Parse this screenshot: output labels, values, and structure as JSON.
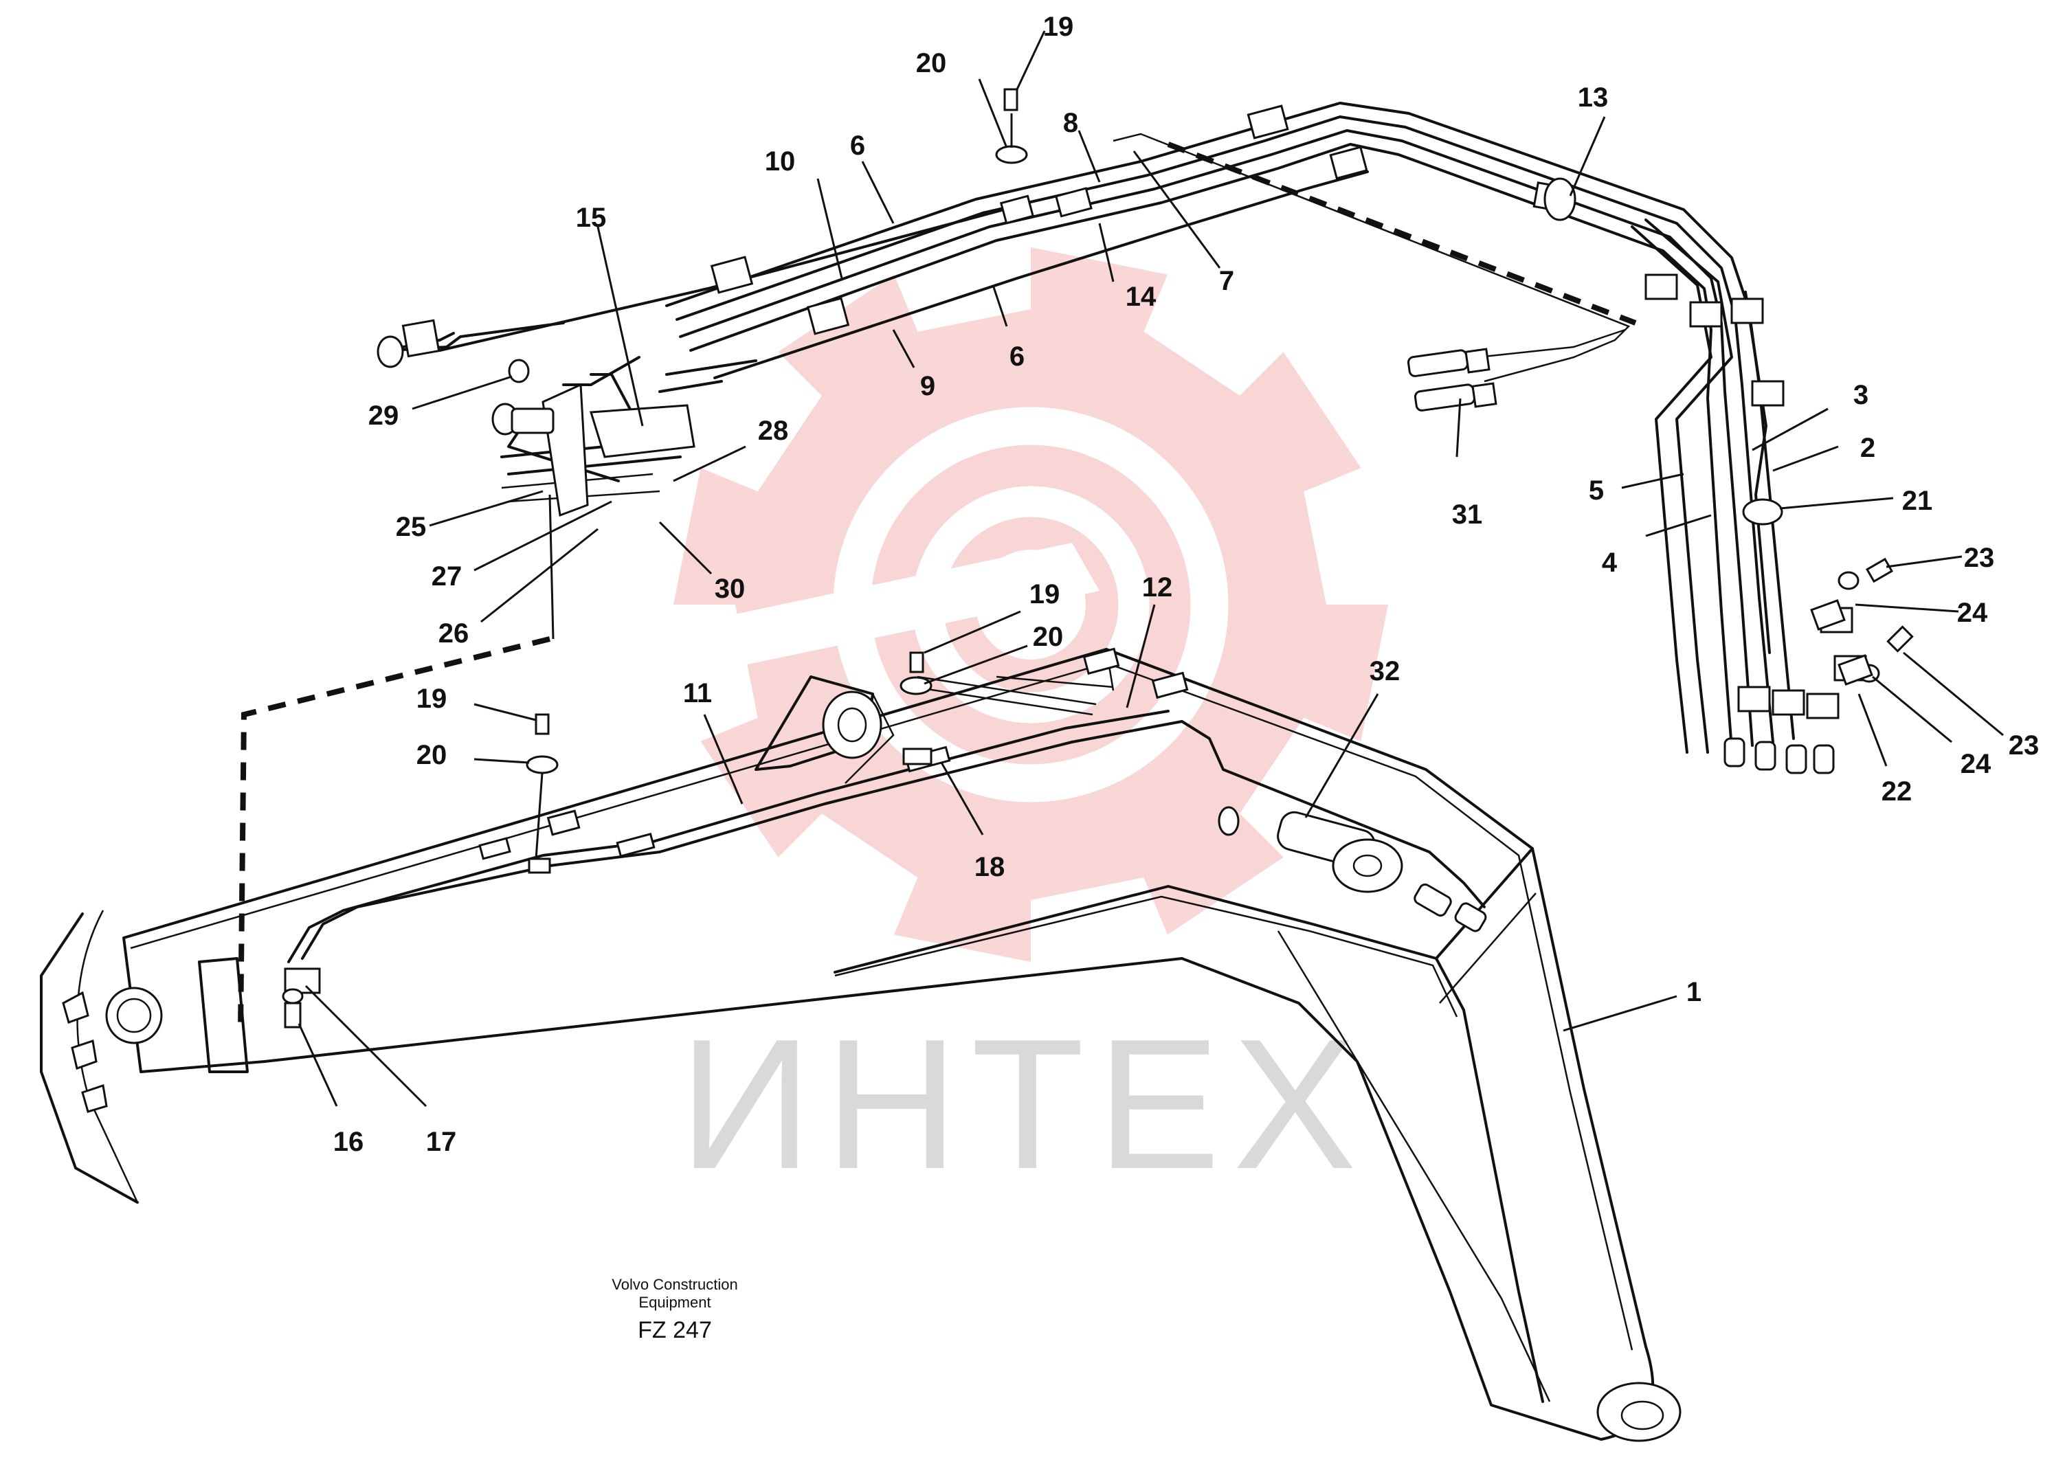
{
  "watermark": {
    "text": "ИНТЕХ",
    "gear_color": "#f4b6b6",
    "text_color": "#d9d9d9"
  },
  "caption": {
    "line1": "Volvo Construction",
    "line2": "Equipment",
    "code": "FZ 247"
  },
  "callouts": [
    {
      "id": "c19a",
      "text": "19"
    },
    {
      "id": "c20a",
      "text": "20"
    },
    {
      "id": "c8",
      "text": "8"
    },
    {
      "id": "c13",
      "text": "13"
    },
    {
      "id": "c10",
      "text": "10"
    },
    {
      "id": "c6a",
      "text": "6"
    },
    {
      "id": "c15",
      "text": "15"
    },
    {
      "id": "c14",
      "text": "14"
    },
    {
      "id": "c7",
      "text": "7"
    },
    {
      "id": "c6b",
      "text": "6"
    },
    {
      "id": "c9",
      "text": "9"
    },
    {
      "id": "c29",
      "text": "29"
    },
    {
      "id": "c28",
      "text": "28"
    },
    {
      "id": "c3",
      "text": "3"
    },
    {
      "id": "c2",
      "text": "2"
    },
    {
      "id": "c5",
      "text": "5"
    },
    {
      "id": "c21",
      "text": "21"
    },
    {
      "id": "c31",
      "text": "31"
    },
    {
      "id": "c25",
      "text": "25"
    },
    {
      "id": "c4",
      "text": "4"
    },
    {
      "id": "c27",
      "text": "27"
    },
    {
      "id": "c30",
      "text": "30"
    },
    {
      "id": "c23a",
      "text": "23"
    },
    {
      "id": "c19b",
      "text": "19"
    },
    {
      "id": "c12",
      "text": "12"
    },
    {
      "id": "c24a",
      "text": "24"
    },
    {
      "id": "c26",
      "text": "26"
    },
    {
      "id": "c20b",
      "text": "20"
    },
    {
      "id": "c32",
      "text": "32"
    },
    {
      "id": "c11",
      "text": "11"
    },
    {
      "id": "c19c",
      "text": "19"
    },
    {
      "id": "c23b",
      "text": "23"
    },
    {
      "id": "c24b",
      "text": "24"
    },
    {
      "id": "c22",
      "text": "22"
    },
    {
      "id": "c20c",
      "text": "20"
    },
    {
      "id": "c18",
      "text": "18"
    },
    {
      "id": "c1",
      "text": "1"
    },
    {
      "id": "c16",
      "text": "16"
    },
    {
      "id": "c17",
      "text": "17"
    }
  ]
}
